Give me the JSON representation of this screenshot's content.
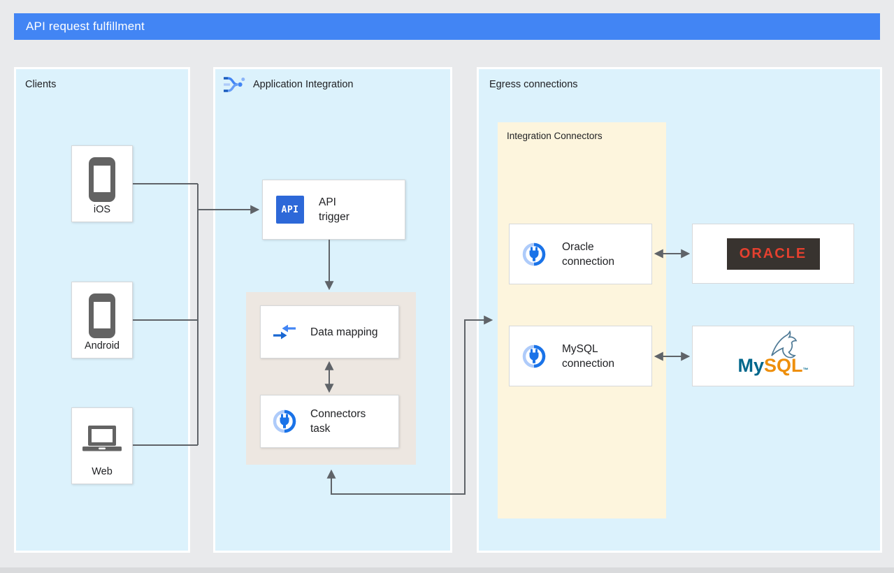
{
  "header": {
    "title": "API request fulfillment"
  },
  "clients_panel": {
    "label": "Clients",
    "items": [
      {
        "label": "iOS",
        "icon": "smartphone-icon"
      },
      {
        "label": "Android",
        "icon": "smartphone-icon"
      },
      {
        "label": "Web",
        "icon": "laptop-icon"
      }
    ]
  },
  "integration_panel": {
    "label": "Application Integration",
    "api_trigger": {
      "icon_text": "API",
      "label": "API trigger"
    },
    "tasks_group": {
      "data_mapping": {
        "label": "Data mapping"
      },
      "connectors_task": {
        "label": "Connectors task"
      }
    }
  },
  "egress_panel": {
    "label": "Egress connections",
    "integration_connectors": {
      "label": "Integration Connectors",
      "oracle_connection": {
        "label": "Oracle connection"
      },
      "mysql_connection": {
        "label": "MySQL connection"
      }
    },
    "databases": {
      "oracle_logo_text": "ORACLE",
      "mysql_logo_my": "My",
      "mysql_logo_sql": "SQL",
      "mysql_trademark": "™"
    }
  },
  "colors": {
    "page_bg": "#e9eaec",
    "header_bg": "#4285f4",
    "panel_bg": "#dcf2fc",
    "connectors_bg": "#fdf5dd",
    "tasks_bg": "#ede7e1",
    "card_border": "#d6d8da",
    "arrow": "#5f6368",
    "text": "#202124",
    "api_icon_bg": "#2d68d8",
    "icon_blue": "#1a73e8",
    "icon_blue_light": "#aecbfa",
    "device_gray": "#636363",
    "oracle_dark": "#38332f",
    "oracle_red": "#e5402f",
    "mysql_teal": "#00678c",
    "mysql_orange": "#ee8f0c"
  }
}
